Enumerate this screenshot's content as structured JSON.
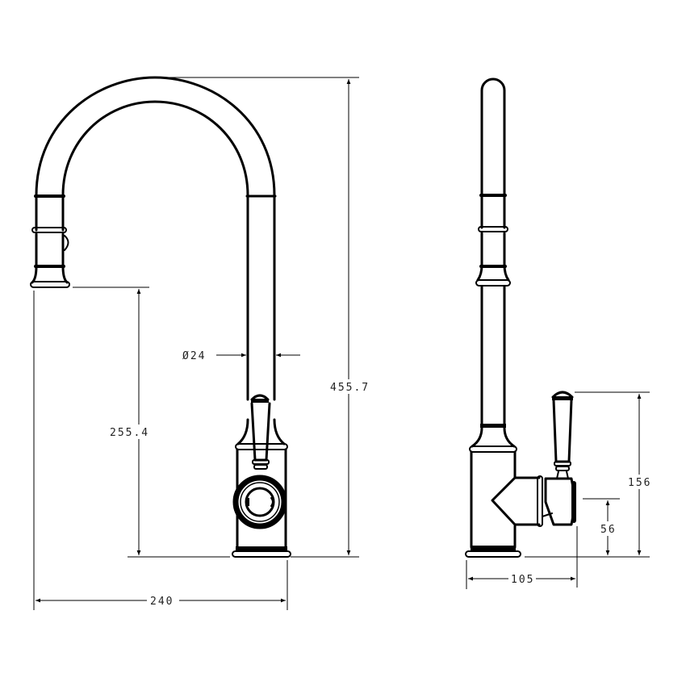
{
  "diagram": {
    "type": "technical-drawing",
    "subject": "gooseneck kitchen mixer tap with side lever handle",
    "units": "mm",
    "views": [
      {
        "name": "front-view"
      },
      {
        "name": "side-view"
      }
    ],
    "colors": {
      "line": "#000000",
      "background": "#ffffff",
      "text": "#222222"
    }
  },
  "front_view": {
    "diameter_label": "Ø24",
    "spout_outlet_height_label": "255.4",
    "overall_height_label": "455.7",
    "reach_label": "240"
  },
  "side_view": {
    "handle_height_label": "156",
    "handle_axis_height_label": "56",
    "handle_projection_label": "105"
  }
}
